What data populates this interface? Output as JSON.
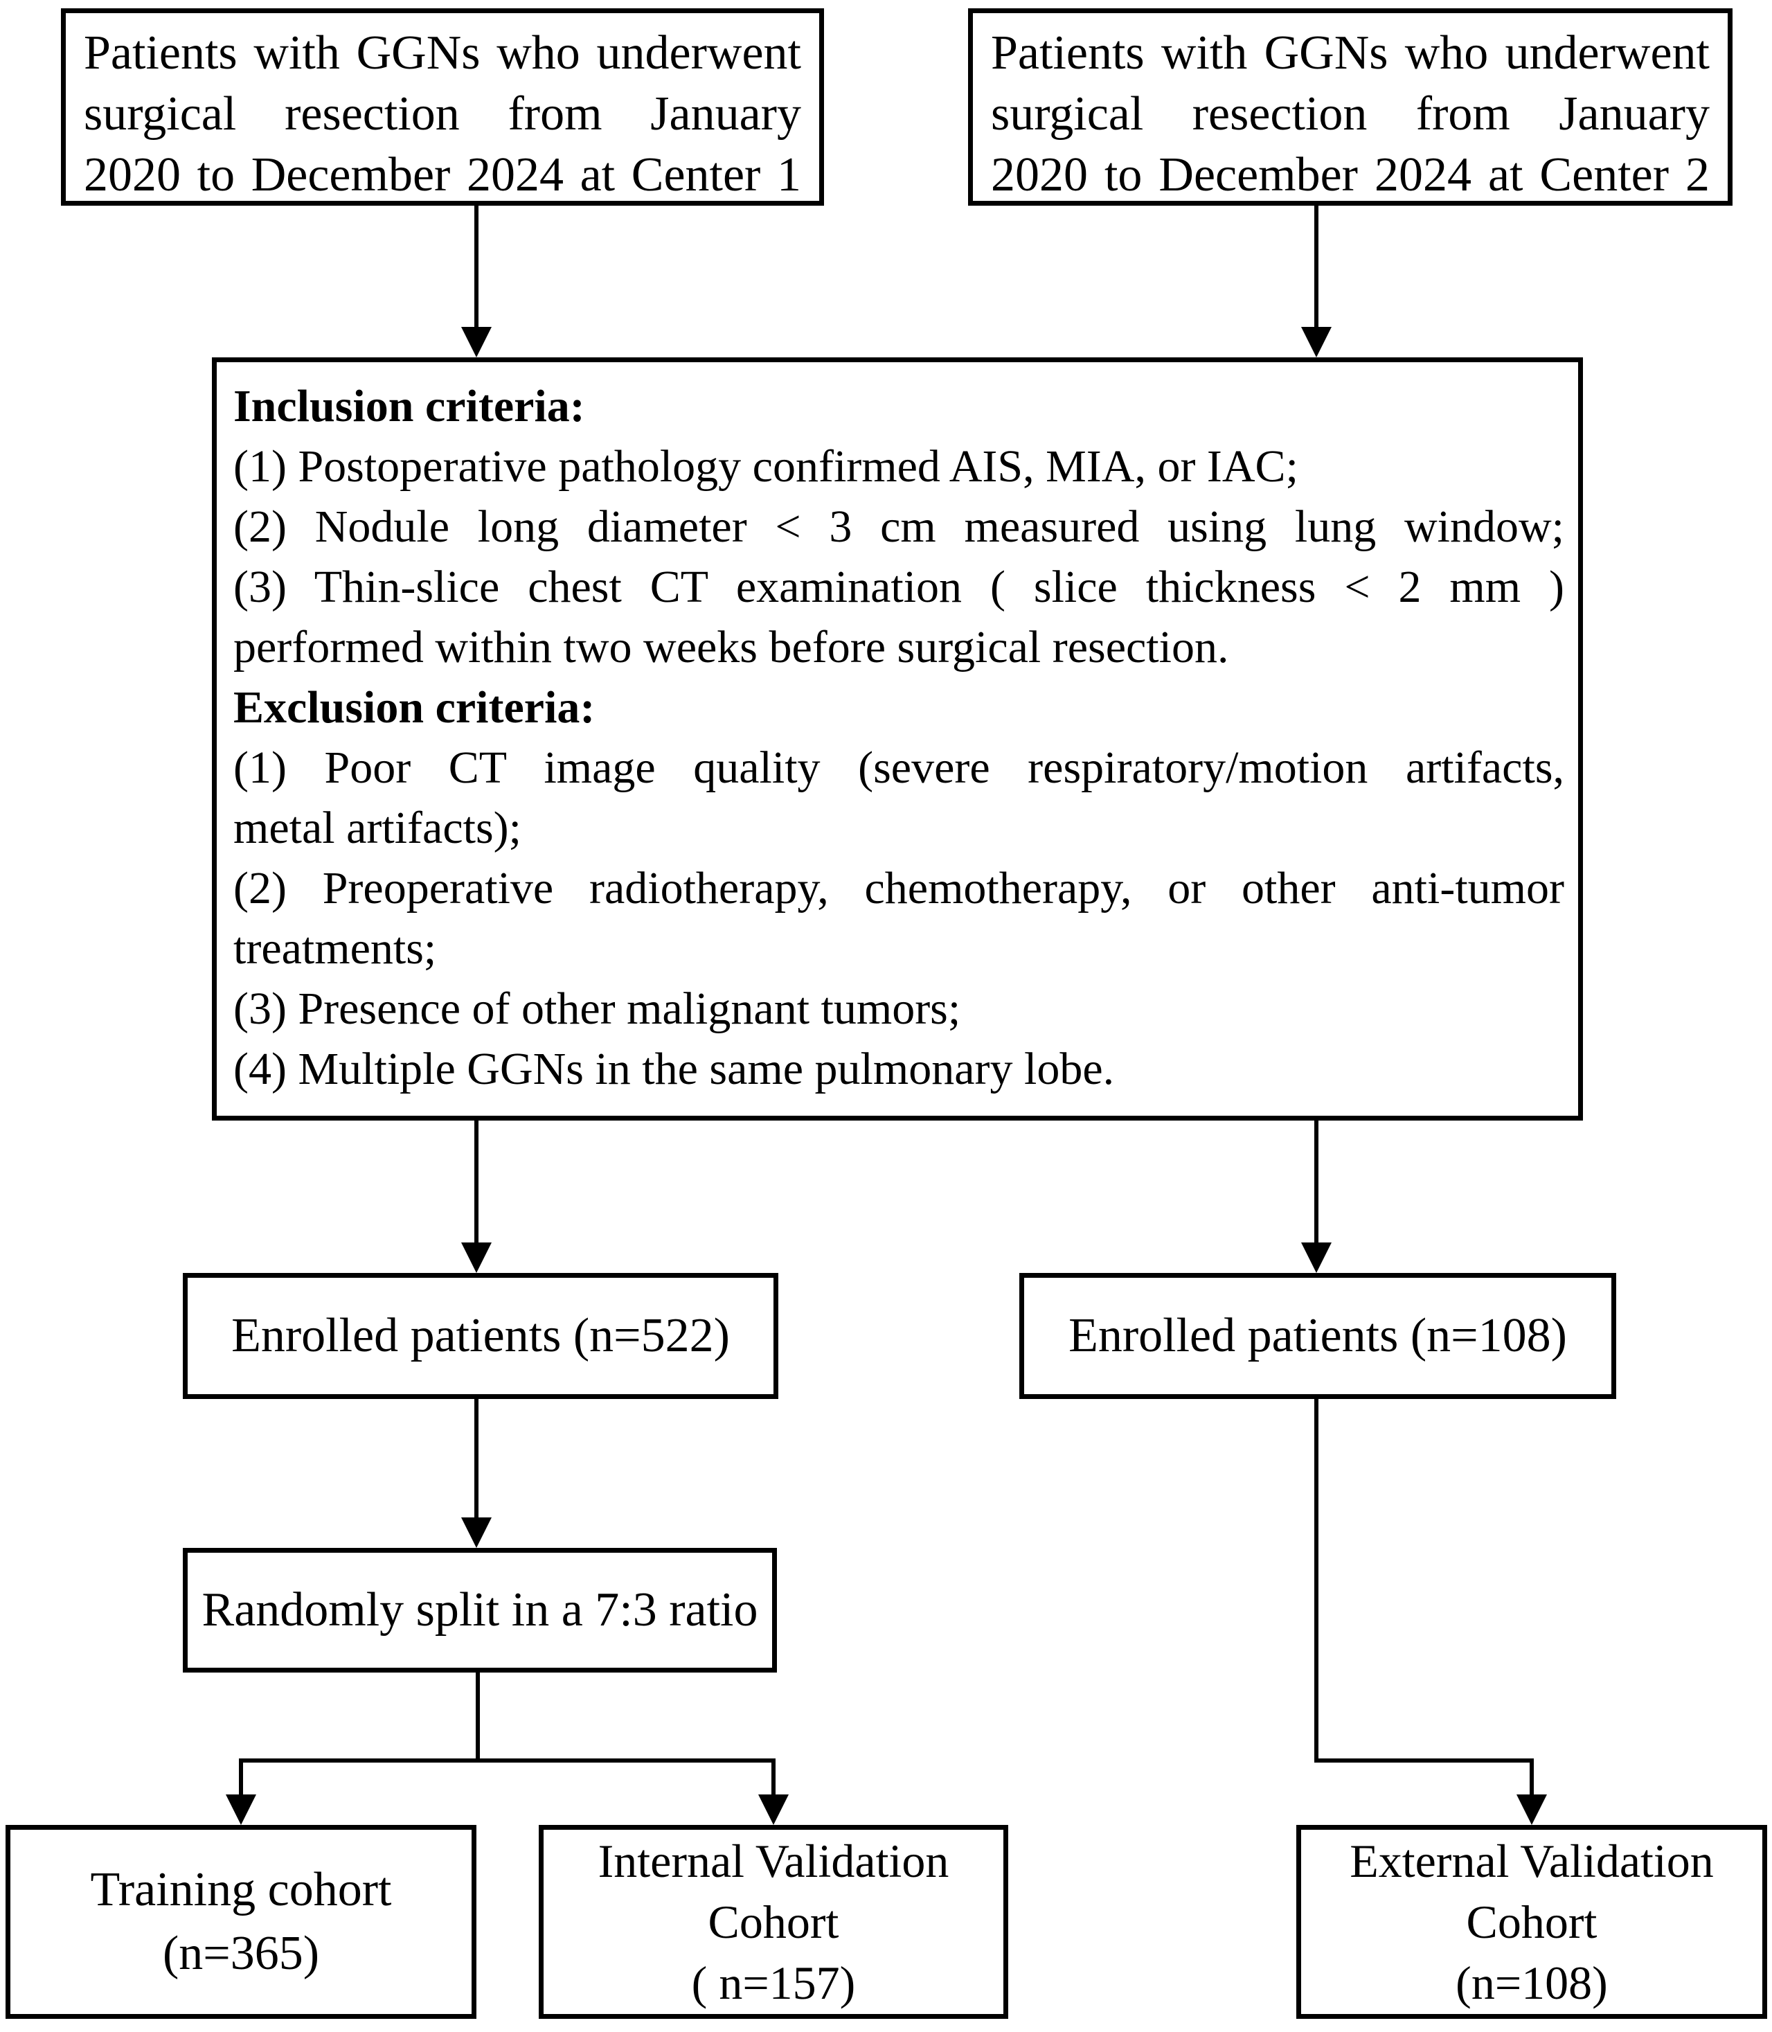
{
  "flowchart": {
    "center1_box": {
      "lines": [
        "Patients with GGNs who underwent",
        "surgical resection from January",
        "2020 to December 2024 at Center 1"
      ]
    },
    "center2_box": {
      "lines": [
        "Patients with GGNs who underwent",
        "surgical resection from January",
        "2020 to December 2024 at Center 2"
      ]
    },
    "criteria_box": {
      "lines": [
        "Inclusion criteria:",
        "(1) Postoperative pathology confirmed AIS, MIA, or IAC;",
        "(2) Nodule long diameter < 3 cm measured using lung window;",
        "(3) Thin-slice chest CT examination ( slice thickness < 2 mm )",
        "performed within two weeks before surgical resection.",
        "Exclusion criteria:",
        "(1) Poor CT image quality (severe respiratory/motion artifacts,",
        "metal artifacts);",
        "(2) Preoperative radiotherapy, chemotherapy, or other anti-tumor",
        "treatments;",
        "(3) Presence of other malignant tumors;",
        "(4) Multiple GGNs in the same pulmonary lobe."
      ]
    },
    "enrolled_center1": "Enrolled patients (n=522)",
    "enrolled_center2": "Enrolled patients (n=108)",
    "split_box": "Randomly split in a 7:3 ratio",
    "training_cohort": {
      "lines": [
        "Training cohort",
        "(n=365)"
      ]
    },
    "internal_validation": {
      "lines": [
        "Internal Validation",
        "Cohort",
        "( n=157)"
      ]
    },
    "external_validation": {
      "lines": [
        "External Validation",
        "Cohort",
        "(n=108)"
      ]
    }
  }
}
